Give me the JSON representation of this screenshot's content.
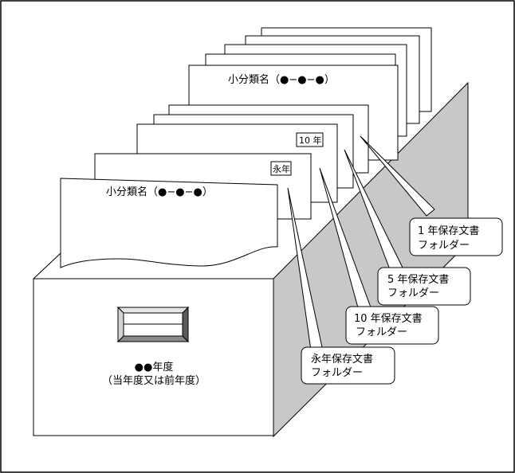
{
  "folders": {
    "front_subcategory": "小分類名（●−●−●）",
    "back_subcategory": "小分類名（●−●−●）",
    "tab_10year": "10 年",
    "tab_permanent": "永年"
  },
  "box_label": {
    "year": "●●年度",
    "note": "（当年度又は前年度）"
  },
  "callouts": [
    {
      "line1": "1 年保存文書",
      "line2": "フォルダー"
    },
    {
      "line1": "5 年保存文書",
      "line2": "フォルダー"
    },
    {
      "line1": "10 年保存文書",
      "line2": "フォルダー"
    },
    {
      "line1": "永年保存文書",
      "line2": "フォルダー"
    }
  ]
}
